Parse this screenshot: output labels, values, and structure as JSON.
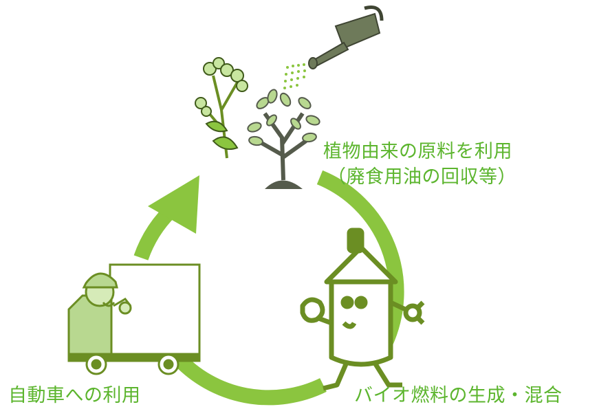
{
  "labels": {
    "plant_source_line1": "植物由来の原料を利用",
    "plant_source_line2": "（廃食用油の回収等）",
    "biofuel": "バイオ燃料の生成・混合",
    "vehicle_use": "自動車への利用"
  },
  "icons": {
    "watering_can": "watering-can-icon",
    "rapeseed_plant": "rapeseed-plant-icon",
    "sapling": "sapling-icon",
    "fuel_tank_mascot": "fuel-tank-mascot-icon",
    "delivery_truck": "delivery-truck-icon"
  },
  "colors": {
    "arrow": "#8bc53f",
    "label_text": "#5cb52e",
    "illustration_dark": "#6b8e23",
    "watering_can": "#6e7a5a"
  }
}
